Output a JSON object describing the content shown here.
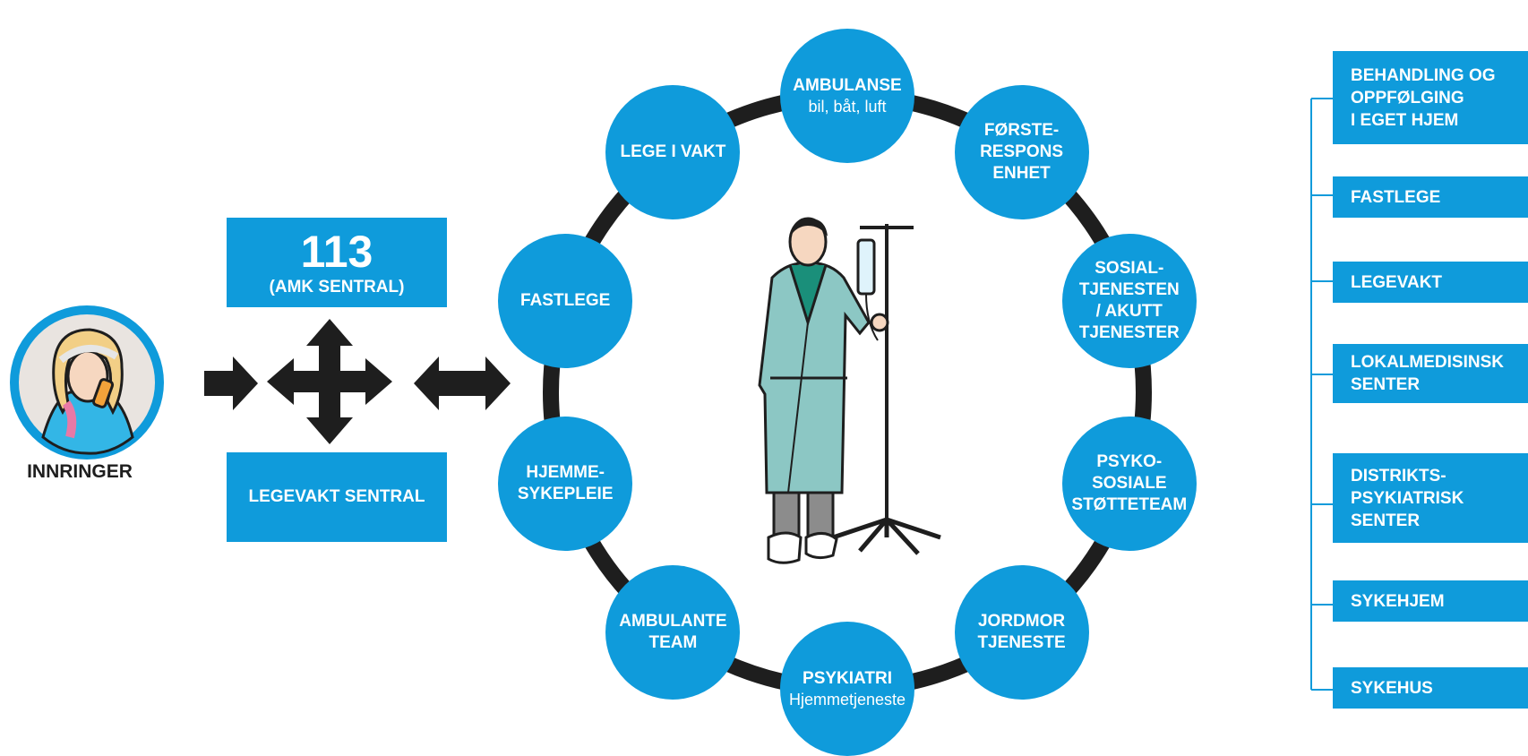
{
  "caller": {
    "label": "INNRINGER",
    "icon": "caller-on-phone-icon"
  },
  "central": {
    "primary_number": "113",
    "primary_label": "(AMK SENTRAL)",
    "secondary_label": "LEGEVAKT SENTRAL"
  },
  "ring": [
    {
      "label": "AMBULANSE",
      "sub": "bil, båt, luft"
    },
    {
      "label": "FØRSTE-\nRESPONS\nENHET",
      "sub": ""
    },
    {
      "label": "SOSIAL-\nTJENESTEN\n/ AKUTT\nTJENESTER",
      "sub": ""
    },
    {
      "label": "PSYKO-\nSOSIALE\nSTØTTETEAM",
      "sub": ""
    },
    {
      "label": "JORDMOR\nTJENESTE",
      "sub": ""
    },
    {
      "label": "PSYKIATRI",
      "sub": "Hjemmetjeneste"
    },
    {
      "label": "AMBULANTE\nTEAM",
      "sub": ""
    },
    {
      "label": "HJEMME-\nSYKEPLEIE",
      "sub": ""
    },
    {
      "label": "FASTLEGE",
      "sub": ""
    },
    {
      "label": "LEGE I VAKT",
      "sub": ""
    }
  ],
  "center_figure": {
    "icon": "patient-with-iv-stand-icon"
  },
  "destinations": [
    "BEHANDLING OG\nOPPFØLGING\nI EGET HJEM",
    "FASTLEGE",
    "LEGEVAKT",
    "LOKALMEDISINSK\nSENTER",
    "DISTRIKTS-\nPSYKIATRISK\nSENTER",
    "SYKEHJEM",
    "SYKEHUS"
  ],
  "colors": {
    "accent": "#0f9bdb",
    "arrow": "#1e1e1e",
    "ring": "#1e1e1e",
    "bracket": "#0f9bdb"
  }
}
